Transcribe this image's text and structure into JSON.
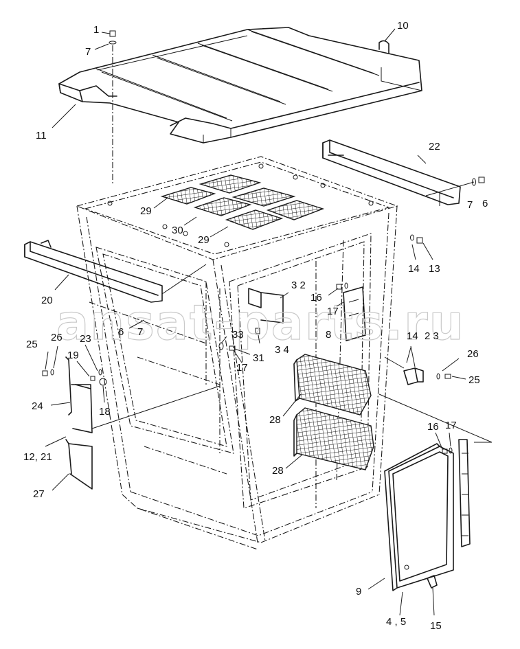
{
  "header": {
    "fragment_text": "",
    "corner_mark": ""
  },
  "watermark": {
    "text": "ansat-parts.ru"
  },
  "callouts": [
    {
      "id": "c1",
      "text": "1"
    },
    {
      "id": "c7a",
      "text": "7"
    },
    {
      "id": "c10",
      "text": "10"
    },
    {
      "id": "c11",
      "text": "11"
    },
    {
      "id": "c22",
      "text": "22"
    },
    {
      "id": "c7b",
      "text": "7"
    },
    {
      "id": "c6a",
      "text": "6"
    },
    {
      "id": "c29a",
      "text": "29"
    },
    {
      "id": "c30",
      "text": "30"
    },
    {
      "id": "c29b",
      "text": "29"
    },
    {
      "id": "c14a",
      "text": "14"
    },
    {
      "id": "c13",
      "text": "13"
    },
    {
      "id": "c20",
      "text": "20"
    },
    {
      "id": "c32",
      "text": "3 2"
    },
    {
      "id": "c16a",
      "text": "16"
    },
    {
      "id": "c17a",
      "text": "17"
    },
    {
      "id": "c6b",
      "text": "6"
    },
    {
      "id": "c7c",
      "text": "7"
    },
    {
      "id": "c33",
      "text": "33"
    },
    {
      "id": "c34",
      "text": "3 4"
    },
    {
      "id": "c8",
      "text": "8"
    },
    {
      "id": "c14b",
      "text": "14"
    },
    {
      "id": "c23b",
      "text": "2 3"
    },
    {
      "id": "c25a",
      "text": "25"
    },
    {
      "id": "c26a",
      "text": "26"
    },
    {
      "id": "c23a",
      "text": "23"
    },
    {
      "id": "c19",
      "text": "19"
    },
    {
      "id": "c18",
      "text": "18"
    },
    {
      "id": "c31",
      "text": "31"
    },
    {
      "id": "c17b",
      "text": "17"
    },
    {
      "id": "c26b",
      "text": "26"
    },
    {
      "id": "c25b",
      "text": "25"
    },
    {
      "id": "c24",
      "text": "24"
    },
    {
      "id": "c28a",
      "text": "28"
    },
    {
      "id": "c1221",
      "text": "12, 21"
    },
    {
      "id": "c16b",
      "text": "16"
    },
    {
      "id": "c17c",
      "text": "17"
    },
    {
      "id": "c28b",
      "text": "28"
    },
    {
      "id": "c27",
      "text": "27"
    },
    {
      "id": "c9",
      "text": "9"
    },
    {
      "id": "c45",
      "text": "4 , 5"
    },
    {
      "id": "c15",
      "text": "15"
    }
  ]
}
